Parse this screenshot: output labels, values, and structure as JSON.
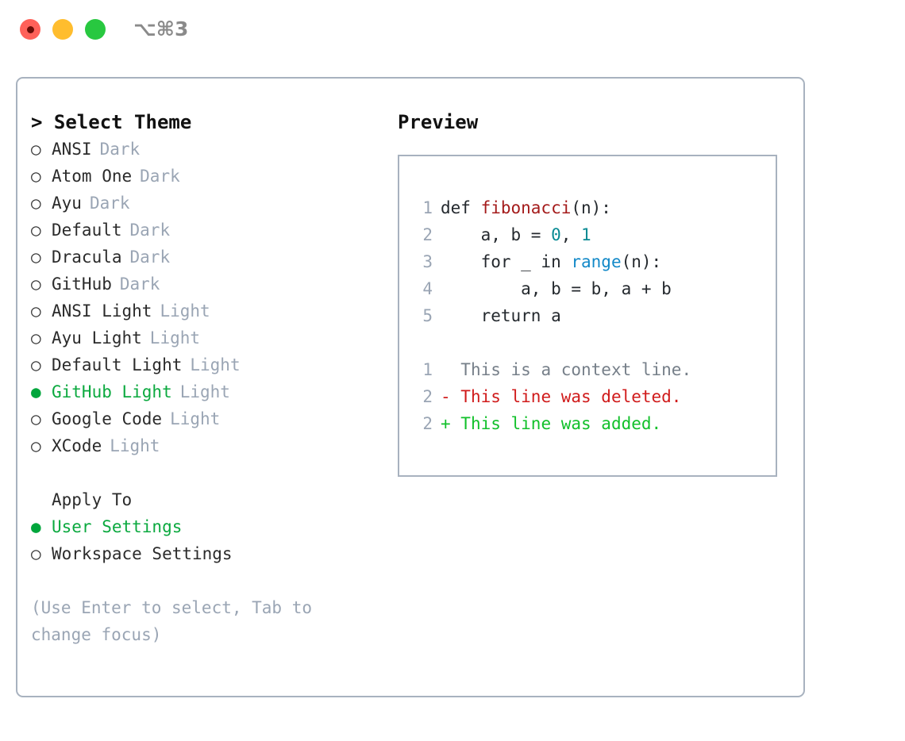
{
  "titlebar": {
    "shortcut": "⌥⌘3",
    "lights": [
      "close-red",
      "minimize-yellow",
      "maximize-green"
    ]
  },
  "left": {
    "select_theme_title": "> Select Theme",
    "themes": [
      {
        "marker": "○",
        "name": "ANSI",
        "variant": "Dark",
        "selected": false
      },
      {
        "marker": "○",
        "name": "Atom One",
        "variant": "Dark",
        "selected": false
      },
      {
        "marker": "○",
        "name": "Ayu",
        "variant": "Dark",
        "selected": false
      },
      {
        "marker": "○",
        "name": "Default",
        "variant": "Dark",
        "selected": false
      },
      {
        "marker": "○",
        "name": "Dracula",
        "variant": "Dark",
        "selected": false
      },
      {
        "marker": "○",
        "name": "GitHub",
        "variant": "Dark",
        "selected": false
      },
      {
        "marker": "○",
        "name": "ANSI Light",
        "variant": "Light",
        "selected": false
      },
      {
        "marker": "○",
        "name": "Ayu Light",
        "variant": "Light",
        "selected": false
      },
      {
        "marker": "○",
        "name": "Default Light",
        "variant": "Light",
        "selected": false
      },
      {
        "marker": "●",
        "name": "GitHub Light",
        "variant": "Light",
        "selected": true
      },
      {
        "marker": "○",
        "name": "Google Code",
        "variant": "Light",
        "selected": false
      },
      {
        "marker": "○",
        "name": "XCode",
        "variant": "Light",
        "selected": false
      }
    ],
    "apply_to_title": "Apply To",
    "apply_to": [
      {
        "marker": "●",
        "name": "User Settings",
        "selected": true
      },
      {
        "marker": "○",
        "name": "Workspace Settings",
        "selected": false
      }
    ],
    "hint": "(Use Enter to select, Tab to change focus)"
  },
  "preview": {
    "title": "Preview",
    "code_lines": [
      {
        "no": "1",
        "segments": [
          {
            "text": "def ",
            "tok": "plain"
          },
          {
            "text": "fibonacci",
            "tok": "fn"
          },
          {
            "text": "(n):",
            "tok": "plain"
          }
        ]
      },
      {
        "no": "2",
        "segments": [
          {
            "text": "    a, b = ",
            "tok": "plain"
          },
          {
            "text": "0",
            "tok": "num"
          },
          {
            "text": ", ",
            "tok": "plain"
          },
          {
            "text": "1",
            "tok": "num"
          }
        ]
      },
      {
        "no": "3",
        "segments": [
          {
            "text": "    for _ in ",
            "tok": "plain"
          },
          {
            "text": "range",
            "tok": "call"
          },
          {
            "text": "(n):",
            "tok": "plain"
          }
        ]
      },
      {
        "no": "4",
        "segments": [
          {
            "text": "        a, b = b, a + b",
            "tok": "plain"
          }
        ]
      },
      {
        "no": "5",
        "segments": [
          {
            "text": "    return a",
            "tok": "plain"
          }
        ]
      }
    ],
    "diff_lines": [
      {
        "no": "1",
        "prefix": "  ",
        "text": "This is a context line.",
        "kind": "context"
      },
      {
        "no": "2",
        "prefix": "- ",
        "text": "This line was deleted.",
        "kind": "deleted"
      },
      {
        "no": "2",
        "prefix": "+ ",
        "text": "This line was added.",
        "kind": "added"
      }
    ]
  },
  "colors": {
    "accent_green": "#0ba93f",
    "border": "#a8b2bf",
    "muted": "#9aa5b4",
    "function": "#a41b1b",
    "number": "#078a93",
    "call": "#1389c8",
    "diff_deleted": "#d01b1b",
    "diff_added": "#11c02a",
    "light_red": "#ff6159",
    "light_yellow": "#ffbd2e",
    "light_green": "#28c840"
  }
}
